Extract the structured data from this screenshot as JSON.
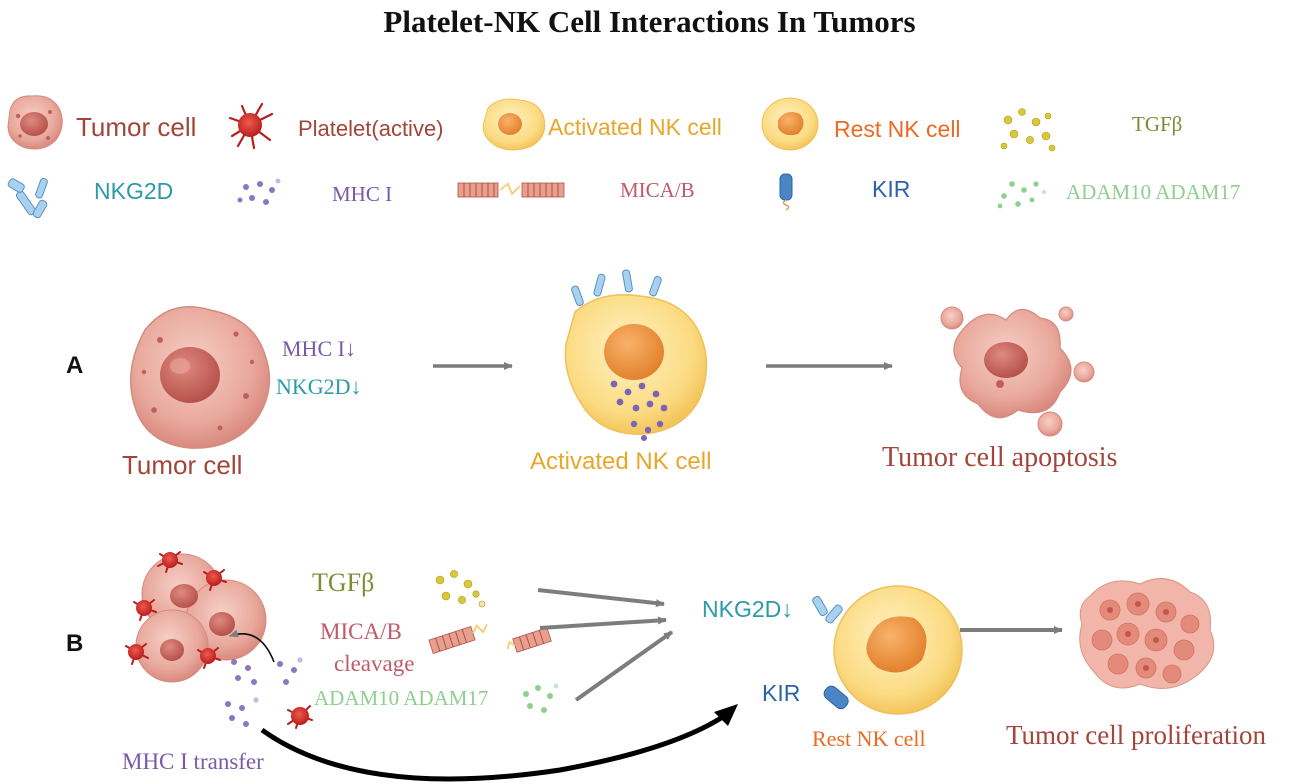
{
  "title": "Platelet-NK Cell Interactions In Tumors",
  "colors": {
    "tumor": "#a4453a",
    "platelet": "#a4453a",
    "activated_nk": "#e8a62a",
    "rest_nk": "#ec6a22",
    "tgfb": "#7c8e35",
    "nkg2d": "#2c9aa8",
    "mhc": "#7a5aa8",
    "mica": "#c05a6a",
    "kir": "#2d63a6",
    "adam": "#8fd08f"
  },
  "legend": {
    "tumor_cell": "Tumor cell",
    "platelet": "Platelet(active)",
    "activated_nk": "Activated NK cell",
    "rest_nk": "Rest NK cell",
    "tgfb": "TGFβ",
    "nkg2d": "NKG2D",
    "mhc1": "MHC I",
    "mica_b": "MICA/B",
    "kir": "KIR",
    "adam": "ADAM10 ADAM17"
  },
  "panel_a": {
    "label": "A",
    "mhc_down": "MHC I↓",
    "nkg2d_down": "NKG2D↓",
    "tumor_cell": "Tumor cell",
    "activated_nk": "Activated NK cell",
    "apoptosis": "Tumor cell apoptosis"
  },
  "panel_b": {
    "label": "B",
    "tgfb": "TGFβ",
    "mica_b": "MICA/B",
    "cleavage": "cleavage",
    "adam": "ADAM10 ADAM17",
    "mhc_transfer": "MHC I transfer",
    "nkg2d_down": "NKG2D↓",
    "kir": "KIR",
    "rest_nk": "Rest NK cell",
    "proliferation": "Tumor cell proliferation"
  }
}
